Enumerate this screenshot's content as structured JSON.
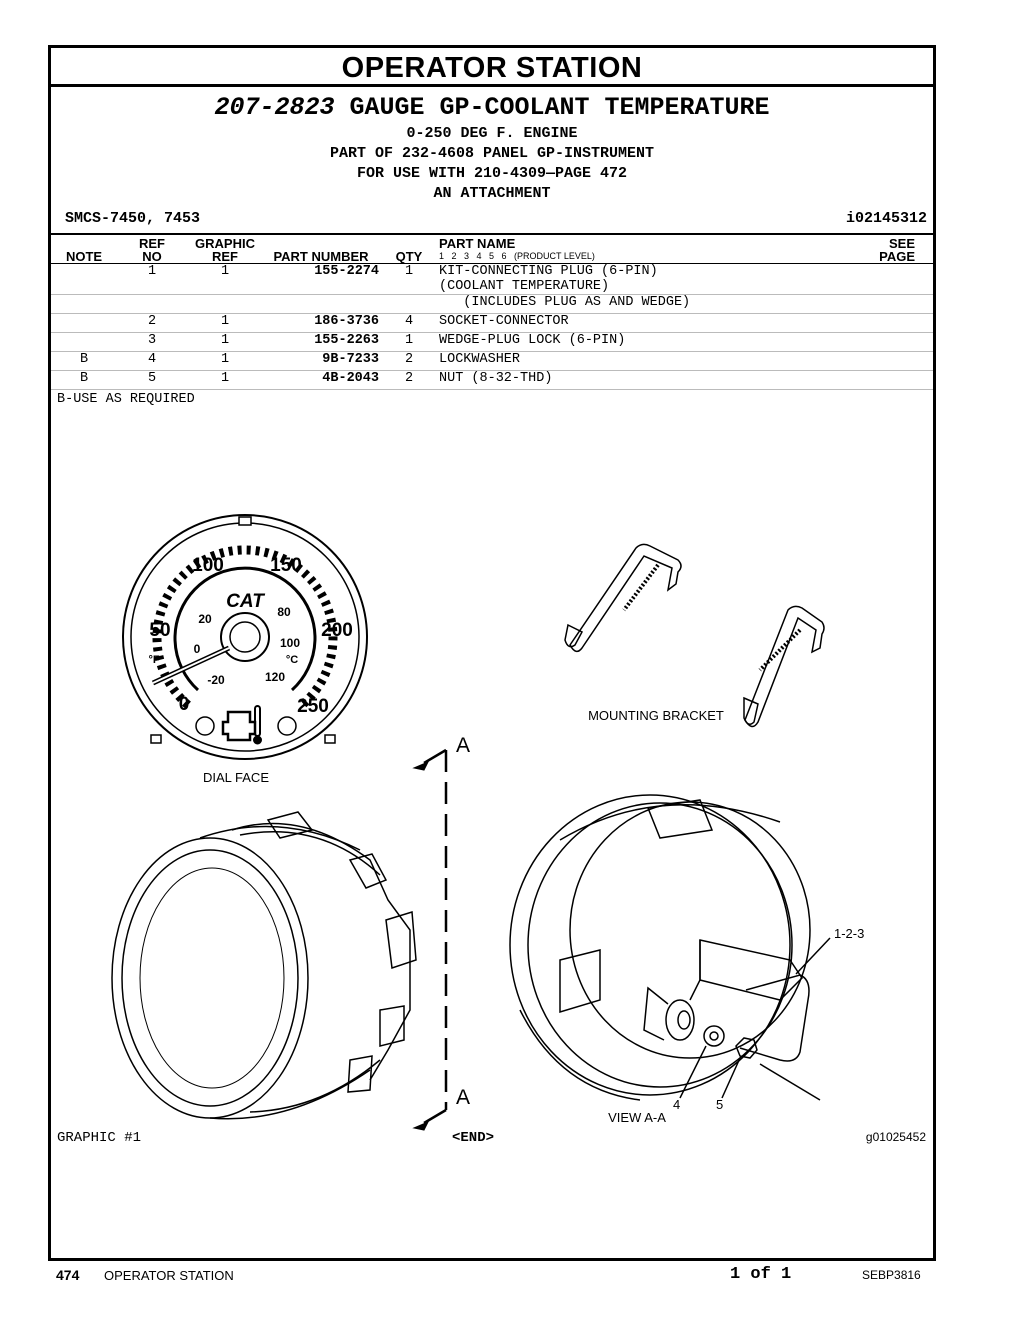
{
  "page": {
    "section_title": "OPERATOR STATION",
    "part_number": "207-2823",
    "part_title": "GAUGE GP-COOLANT TEMPERATURE",
    "subtitles": [
      "0-250 DEG F. ENGINE",
      "PART OF 232-4608 PANEL GP-INSTRUMENT",
      "FOR USE WITH 210-4309—PAGE 472",
      "AN ATTACHMENT"
    ],
    "smcs": "SMCS-7450, 7453",
    "doc_id": "i02145312"
  },
  "table": {
    "headers": {
      "note": "NOTE",
      "ref_top": "REF",
      "ref_bottom": "NO",
      "graphic_top": "GRAPHIC",
      "graphic_bottom": "REF",
      "part_number": "PART NUMBER",
      "qty": "QTY",
      "part_name": "PART NAME",
      "levels": "1   2   3   4   5   6   (PRODUCT LEVEL)",
      "see_top": "SEE",
      "see_bottom": "PAGE"
    },
    "rows": [
      {
        "note": "",
        "ref": "1",
        "graphic": "1",
        "part": "155-2274",
        "qty": "1",
        "name": "KIT-CONNECTING PLUG (6-PIN)",
        "name2": "(COOLANT TEMPERATURE)"
      },
      {
        "note": "",
        "ref": "",
        "graphic": "",
        "part": "",
        "qty": "",
        "name": "   (INCLUDES PLUG AS AND WEDGE)",
        "name2": ""
      },
      {
        "note": "",
        "ref": "2",
        "graphic": "1",
        "part": "186-3736",
        "qty": "4",
        "name": "SOCKET-CONNECTOR",
        "name2": ""
      },
      {
        "note": "",
        "ref": "3",
        "graphic": "1",
        "part": "155-2263",
        "qty": "1",
        "name": "WEDGE-PLUG LOCK (6-PIN)",
        "name2": ""
      },
      {
        "note": "B",
        "ref": "4",
        "graphic": "1",
        "part": "9B-7233",
        "qty": "2",
        "name": "LOCKWASHER",
        "name2": ""
      },
      {
        "note": "B",
        "ref": "5",
        "graphic": "1",
        "part": "4B-2043",
        "qty": "2",
        "name": "NUT (8-32-THD)",
        "name2": ""
      }
    ],
    "footnote": "B-USE AS REQUIRED"
  },
  "graphic": {
    "dial_labels": {
      "f_100": "100",
      "f_150": "150",
      "f_50": "50",
      "f_200": "200",
      "f_0": "0",
      "f_250": "250",
      "c_20": "20",
      "c_80": "80",
      "c_0": "0",
      "c_100": "100",
      "c_m20": "-20",
      "c_120": "120",
      "unit_f": "°F",
      "unit_c": "°C",
      "brand": "CAT"
    },
    "dial_face": "DIAL FACE",
    "mounting_bracket": "MOUNTING BRACKET",
    "section_a_top": "A",
    "section_a_bottom": "A",
    "view": "VIEW A-A",
    "callout_123": "1-2-3",
    "callout_4": "4",
    "callout_5": "5",
    "graphic_label": "GRAPHIC #1",
    "end": "<END>",
    "graphic_id": "g01025452"
  },
  "footer": {
    "page_number": "474",
    "section": "OPERATOR STATION",
    "pages": "1 of 1",
    "doc_number": "SEBP3816"
  }
}
